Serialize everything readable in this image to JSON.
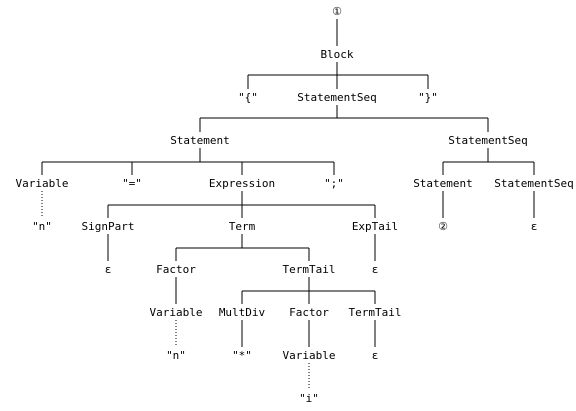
{
  "nodes": {
    "root_marker": "①",
    "block": "Block",
    "lbrace": "\"{\"",
    "stmtseq_1": "StatementSeq",
    "rbrace": "\"}\"",
    "statement_1": "Statement",
    "stmtseq_2": "StatementSeq",
    "variable_1": "Variable",
    "assign": "\"=\"",
    "expression": "Expression",
    "semicolon": "\";\"",
    "statement_2": "Statement",
    "stmtseq_3": "StatementSeq",
    "n_1": "\"n\"",
    "signpart": "SignPart",
    "term": "Term",
    "exptail": "ExpTail",
    "marker_2": "②",
    "epsilon_1": "ε",
    "epsilon_2": "ε",
    "factor_1": "Factor",
    "termtail": "TermTail",
    "epsilon_3": "ε",
    "variable_2": "Variable",
    "multdiv": "MultDiv",
    "factor_2": "Factor",
    "termtail_2": "TermTail",
    "n_2": "\"n\"",
    "star": "\"*\"",
    "variable_3": "Variable",
    "epsilon_4": "ε",
    "i": "\"i\""
  }
}
